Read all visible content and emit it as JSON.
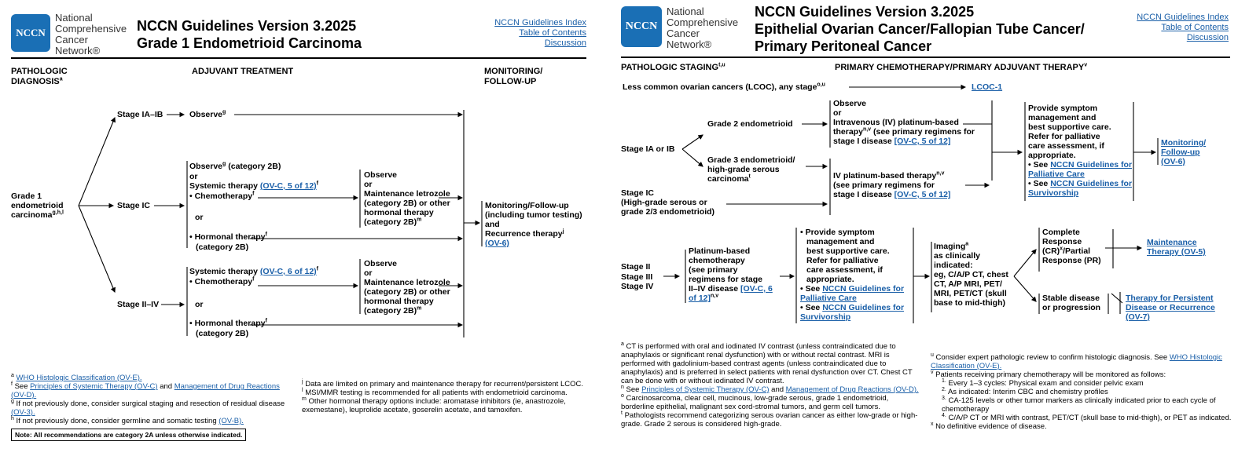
{
  "org_name": [
    "National",
    "Comprehensive",
    "Cancer",
    "Network®"
  ],
  "logo_text": "NCCN",
  "left": {
    "title": [
      "NCCN Guidelines Version 3.2025",
      "Grade 1 Endometrioid Carcinoma"
    ],
    "links": [
      "NCCN Guidelines Index",
      "Table of Contents",
      "Discussion"
    ],
    "headers": {
      "path": "PATHOLOGIC DIAGNOSIS",
      "path_sup": "a",
      "adj": "ADJUVANT TREATMENT",
      "mon": "MONITORING/ FOLLOW-UP"
    },
    "grade1": "Grade 1 endometrioid carcinoma",
    "grade1_sup": "g,h,l",
    "stage_iaib": "Stage IA–IB",
    "stage_ic": "Stage IC",
    "stage_iiiv": "Stage II–IV",
    "observe_g": "Observe",
    "observe_g_sup": "g",
    "ic_observe": "Observe",
    "ic_observe_sup": "g",
    "ic_observe_cat": " (category 2B)",
    "or": "or",
    "systemic": "Systemic therapy ",
    "ovc5": "(OV-C, 5 of 12)",
    "sup_f": "f",
    "chemo": "• Chemotherapy",
    "hormonal": "• Hormonal therapy",
    "cat2b": "(category 2B)",
    "ovc6": "(OV-C, 6 of 12)",
    "maint_box": [
      "Observe",
      "or",
      "Maintenance letrozole",
      "(category 2B) or other",
      "hormonal therapy",
      "(category 2B)"
    ],
    "maint_sup": "m",
    "monitor": [
      "Monitoring/Follow-up",
      "(including tumor testing)",
      "and",
      "Recurrence therapy"
    ],
    "monitor_sup": "j",
    "ov6": "(OV-6)",
    "fn_a_link": "WHO Histologic Classification (OV-E).",
    "fn_f_pre": "See ",
    "fn_f_link1": "Principles of Systemic Therapy (OV-C)",
    "fn_f_mid": " and ",
    "fn_f_link2": "Management of Drug Reactions (OV-D).",
    "fn_g": "If not previously done, consider surgical staging and resection of residual disease ",
    "fn_g_link": "(OV-3).",
    "fn_h": "If not previously done, consider germline and somatic testing ",
    "fn_h_link": "(OV-B).",
    "fn_j": "Data are limited on primary and maintenance therapy for recurrent/persistent LCOC.",
    "fn_l": "MSI/MMR testing is recommended for all patients with endometrioid carcinoma.",
    "fn_m": "Other hormonal therapy options include: aromatase inhibitors (ie, anastrozole, exemestane), leuprolide acetate, goserelin acetate, and tamoxifen.",
    "note": "Note: All recommendations are category 2A unless otherwise indicated."
  },
  "right": {
    "title": [
      "NCCN Guidelines Version 3.2025",
      "Epithelial Ovarian Cancer/Fallopian Tube Cancer/",
      "Primary Peritoneal Cancer"
    ],
    "links": [
      "NCCN Guidelines Index",
      "Table of Contents",
      "Discussion"
    ],
    "headers": {
      "staging": "PATHOLOGIC STAGING",
      "staging_sup": "t,u",
      "primary": "PRIMARY CHEMOTHERAPY/PRIMARY ADJUVANT THERAPY",
      "primary_sup": "v"
    },
    "lcoc": "Less common ovarian cancers (LCOC), any stage",
    "lcoc_sup": "o,u",
    "lcoc_link": "LCOC-1",
    "stage_iaib": "Stage IA or IB",
    "grade2": "Grade 2 endometrioid",
    "grade3": [
      "Grade 3 endometrioid/",
      "high-grade serous",
      "carcinoma"
    ],
    "grade3_sup": "t",
    "stage_ic": [
      "Stage IC",
      "(High-grade serous or",
      "grade 2/3 endometrioid)"
    ],
    "obs_box": [
      "Observe",
      "or",
      "Intravenous (IV) platinum-based",
      "therapy",
      "(see primary regimens for",
      "stage I disease "
    ],
    "obs_sup": "n,v",
    "ovc5": "[OV-C, 5 of 12]",
    "iv_box": [
      "IV platinum-based therapy",
      "(see primary regimens for",
      "stage I disease "
    ],
    "iv_sup": "n,v",
    "symptom": [
      "Provide symptom",
      "management and",
      "best supportive care.",
      "Refer for palliative",
      "care assessment, if",
      "appropriate."
    ],
    "see": "• See ",
    "palliative": "NCCN Guidelines for Palliative Care",
    "survivorship": "NCCN Guidelines for Survivorship",
    "monitor_link": [
      "Monitoring/",
      "Follow-up",
      "(OV-6)"
    ],
    "stages_adv": [
      "Stage II",
      "Stage III",
      "Stage IV"
    ],
    "plat_box": [
      "Platinum-based",
      "chemotherapy",
      "(see primary",
      "regimens for stage",
      "II–IV disease "
    ],
    "plat_link": "[OV-C, 6 of 12]",
    "plat_sup": "n,v",
    "imaging": [
      "Imaging",
      "as clinically",
      "indicated:",
      "eg, C/A/P CT, chest",
      "CT, A/P MRI, PET/",
      "MRI, PET/CT (skull",
      "base to mid-thigh)"
    ],
    "imaging_sup": "a",
    "complete": [
      "Complete",
      "Response",
      "(CR)",
      "/Partial",
      "Response (PR)"
    ],
    "complete_sup": "x",
    "stable": [
      "Stable disease",
      "or progression"
    ],
    "maint_link": [
      "Maintenance",
      "Therapy (OV-5)"
    ],
    "persist_link": [
      "Therapy for Persistent",
      "Disease or Recurrence",
      "(OV-7)"
    ],
    "fn_a": "CT is performed with oral and iodinated IV contrast (unless contraindicated due to anaphylaxis or significant renal dysfunction) with or without rectal contrast. MRI is performed with gadolinium-based contrast agents (unless contraindicated due to anaphylaxis) and is preferred in select patients with renal dysfunction over CT. Chest CT can be done with or without iodinated IV contrast.",
    "fn_n_pre": "See ",
    "fn_n_link1": "Principles of Systemic Therapy (OV-C)",
    "fn_n_mid": " and ",
    "fn_n_link2": "Management of Drug Reactions (OV-D).",
    "fn_o": "Carcinosarcoma, clear cell, mucinous, low-grade serous, grade 1 endometrioid, borderline epithelial, malignant sex cord-stromal tumors, and germ cell tumors.",
    "fn_t": "Pathologists recommend categorizing serous ovarian cancer as either low-grade or high-grade. Grade 2 serous is considered high-grade.",
    "fn_u_pre": "Consider expert pathologic review to confirm histologic diagnosis. See ",
    "fn_u_link": "WHO Histologic Classification (OV-E).",
    "fn_v": "Patients receiving primary chemotherapy will be monitored as follows:",
    "fn_v_items": [
      "Every 1–3 cycles: Physical exam and consider pelvic exam",
      "As indicated: Interim CBC and chemistry profiles",
      "CA-125 levels or other tumor markers as clinically indicated prior to each cycle of chemotherapy",
      "C/A/P CT or MRI with contrast, PET/CT (skull base to mid-thigh), or PET as indicated."
    ],
    "fn_x": "No definitive evidence of disease."
  }
}
